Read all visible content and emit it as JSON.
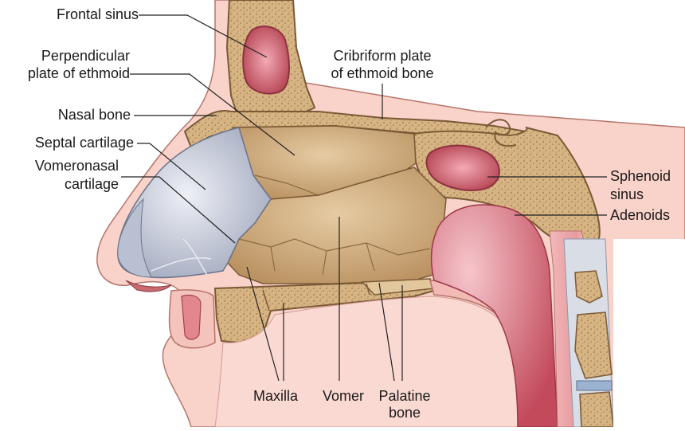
{
  "labels": {
    "frontal_sinus": "Frontal sinus",
    "perpendicular_plate_line1": "Perpendicular",
    "perpendicular_plate_line2": "plate of ethmoid",
    "cribriform_plate_line1": "Cribriform plate",
    "cribriform_plate_line2": "of ethmoid bone",
    "nasal_bone": "Nasal bone",
    "septal_cartilage": "Septal cartilage",
    "vomeronasal_line1": "Vomeronasal",
    "vomeronasal_line2": "cartilage",
    "sphenoid_line1": "Sphenoid",
    "sphenoid_line2": "sinus",
    "adenoids": "Adenoids",
    "maxilla": "Maxilla",
    "vomer": "Vomer",
    "palatine_line1": "Palatine",
    "palatine_line2": "bone"
  },
  "colors": {
    "bone_fill": "#d9b98c",
    "bone_outline": "#7a5a36",
    "septum_bone": "#c9a06e",
    "cartilage": "#c7ccda",
    "skin": "#f7c9c2",
    "skin_outline": "#a5685f",
    "mucosa": "#e58d95",
    "sinus": "#c9596a",
    "leader_line": "#222222"
  }
}
